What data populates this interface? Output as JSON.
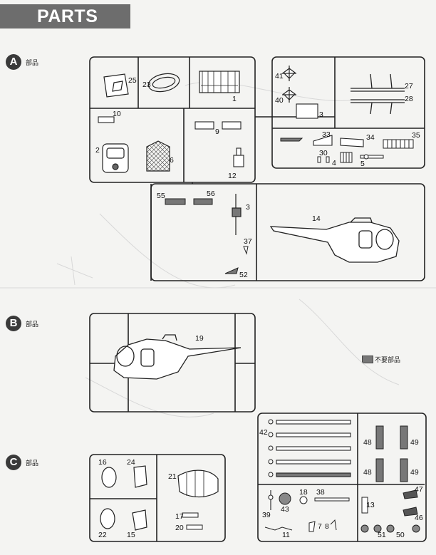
{
  "header": {
    "title": "PARTS"
  },
  "sections": [
    {
      "letter": "A",
      "label": "部品"
    },
    {
      "letter": "B",
      "label": "部品"
    },
    {
      "letter": "C",
      "label": "部品"
    }
  ],
  "legend": {
    "label": "不要部品",
    "color": "#777777"
  },
  "part_numbers": {
    "p1": "1",
    "p2": "2",
    "p3": "3",
    "p3b": "3",
    "p4": "4",
    "p5": "5",
    "p6": "6",
    "p7": "7",
    "p8": "8",
    "p9": "9",
    "p10": "10",
    "p11": "11",
    "p12": "12",
    "p13": "13",
    "p14": "14",
    "p15": "15",
    "p16": "16",
    "p17": "17",
    "p18": "18",
    "p19": "19",
    "p20": "20",
    "p21": "21",
    "p22": "22",
    "p23": "23",
    "p24": "24",
    "p25": "25",
    "p27": "27",
    "p28": "28",
    "p30": "30",
    "p33": "33",
    "p34": "34",
    "p35": "35",
    "p37": "37",
    "p38": "38",
    "p39": "39",
    "p40": "40",
    "p41": "41",
    "p42": "42",
    "p43": "43",
    "p46": "46",
    "p47": "47",
    "p48a": "48",
    "p48b": "48",
    "p49a": "49",
    "p49b": "49",
    "p50": "50",
    "p51": "51",
    "p52": "52",
    "p55": "55",
    "p56": "56"
  }
}
